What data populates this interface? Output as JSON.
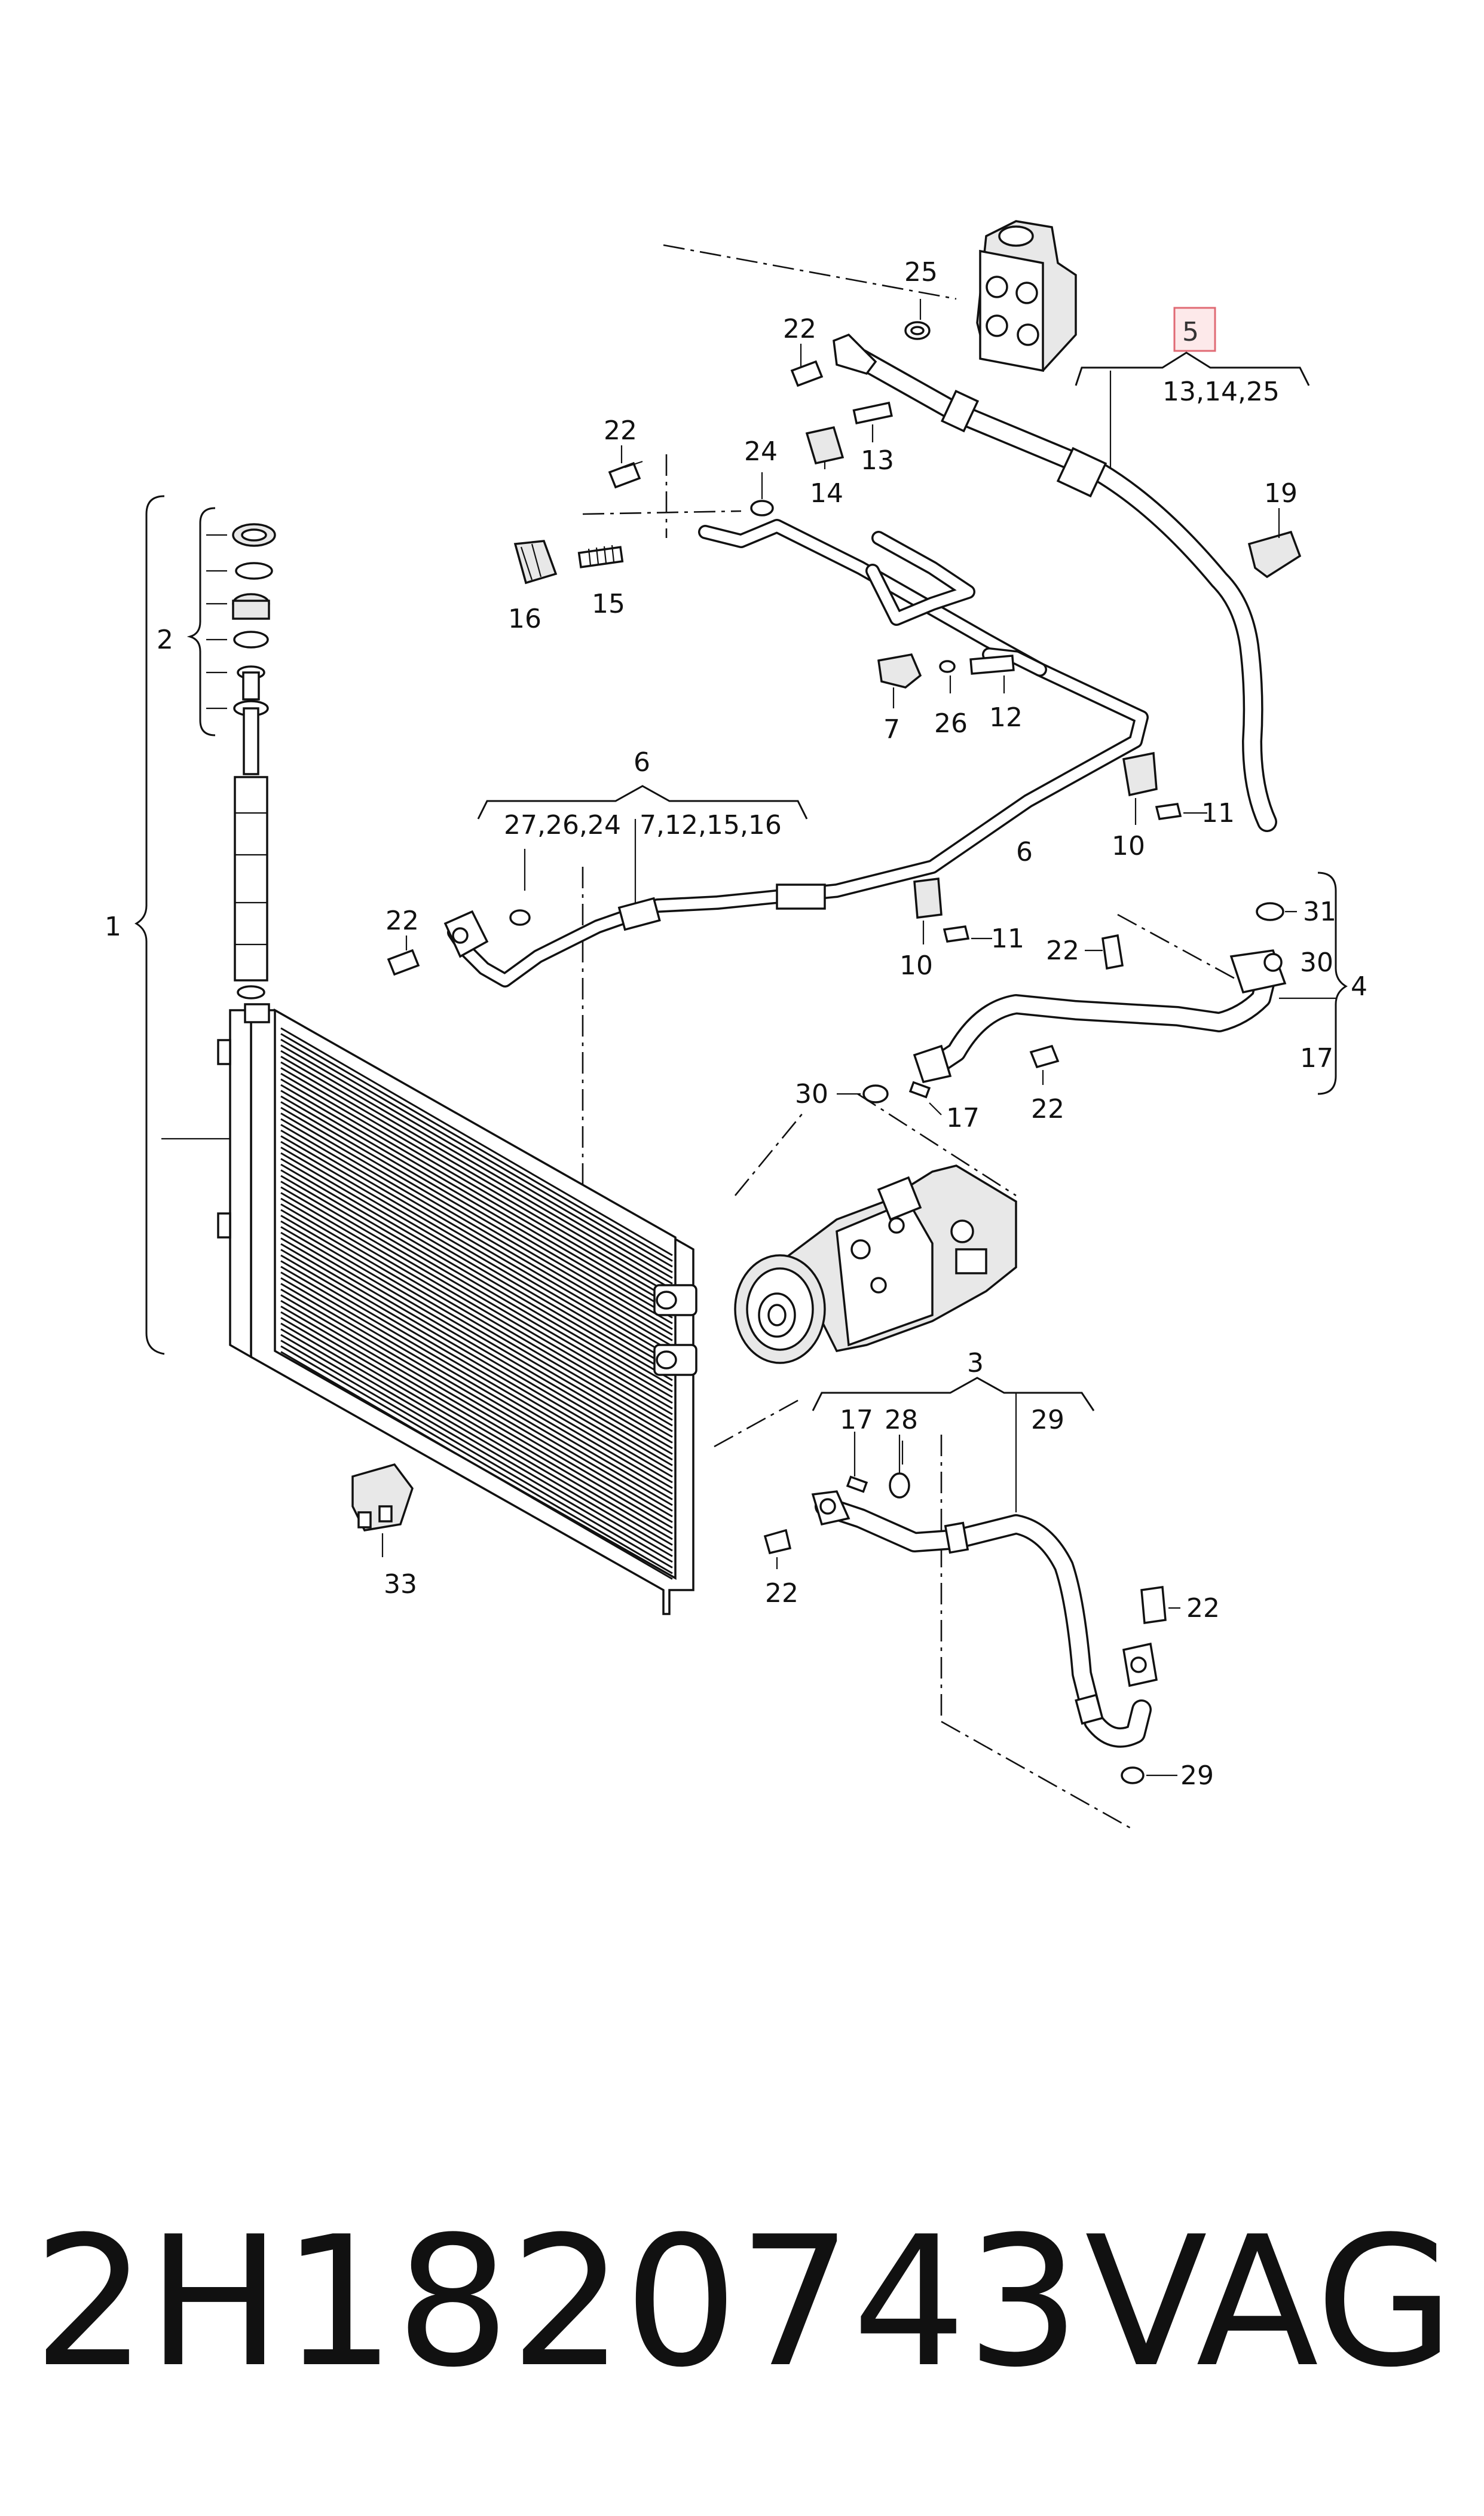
{
  "diagram": {
    "labels": {
      "l1": "1",
      "l2": "2",
      "l3": "3",
      "l4": "4",
      "l5": "5",
      "l6": "6",
      "l6b": "6",
      "l7": "7",
      "l10a": "10",
      "l10b": "10",
      "l11a": "11",
      "l11b": "11",
      "l12": "12",
      "l13": "13",
      "l14": "14",
      "l15": "15",
      "l16": "16",
      "l17a": "17",
      "l17b": "17",
      "l17c": "17",
      "l19": "19",
      "l22a": "22",
      "l22b": "22",
      "l22c": "22",
      "l22d": "22",
      "l22e": "22",
      "l22f": "22",
      "l22g": "22",
      "l24": "24",
      "l25": "25",
      "l26": "26",
      "l28": "28",
      "l29a": "29",
      "l29b": "29",
      "l30a": "30",
      "l30b": "30",
      "l31": "31",
      "l33": "33",
      "group5": "13,14,25",
      "group6a": "27,26,24",
      "group6b": "7,12,15,16"
    },
    "highlighted_label": "5"
  },
  "footer": {
    "part_number": "2H1820743",
    "brand": "VAG"
  }
}
